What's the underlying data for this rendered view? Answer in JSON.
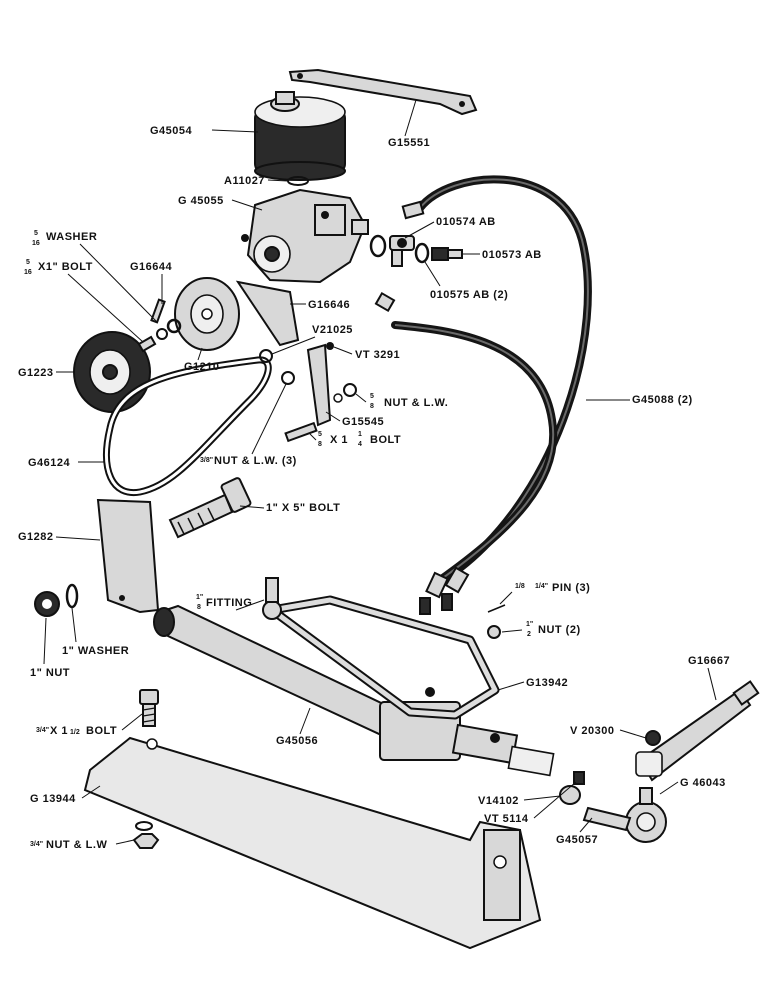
{
  "labels": {
    "g45054": "G45054",
    "g15551": "G15551",
    "a11027": "A11027",
    "g45055": "G 45055",
    "washer_516": "WASHER",
    "bolt_516x1": "X1\" BOLT",
    "g16644": "G16644",
    "o10574ab": "010574 AB",
    "o10573ab": "010573 AB",
    "o10575ab": "010575 AB (2)",
    "g16646": "G16646",
    "v21025": "V21025",
    "vt3291": "VT 3291",
    "g1223": "G1223",
    "g1210": "G1210",
    "nut_lw_58": "NUT & L.W.",
    "g45088": "G45088 (2)",
    "g15545": "G15545",
    "bolt_58x114": "X 1",
    "bolt_word": "BOLT",
    "g46124": "G46124",
    "nut_lw_38_3": "NUT & L.W. (3)",
    "bolt_1x5": "1\" X 5\" BOLT",
    "g1282": "G1282",
    "fitting_18": "FITTING",
    "pin_3": "PIN (3)",
    "washer_1": "1\" WASHER",
    "nut_1": "1\" NUT",
    "nut_half_2": "NUT (2)",
    "g16667": "G16667",
    "g13942": "G13942",
    "bolt_34x112": "X 1",
    "bolt_34_word": "BOLT",
    "g45056": "G45056",
    "v20300": "V 20300",
    "g46043": "G 46043",
    "g13944": "G 13944",
    "v14102": "V14102",
    "vt5114": "VT 5114",
    "nut_lw_34": "NUT & L.W",
    "g45057": "G45057"
  },
  "fractions": {
    "five_sixteenths_num": "5",
    "five_sixteenths_den": "16",
    "five_eighths_num": "5",
    "five_eighths_den": "8",
    "one_quarter_num": "1",
    "one_quarter_den": "4",
    "three_eighths": "3/8\"",
    "five_eighths_nut": "5/8\"",
    "one_eighth_num": "1\"",
    "one_eighth_den": "8",
    "one_eighth_pin": "1/8",
    "one_quarter_pin": "1/4\"",
    "one_half_num": "1\"",
    "one_half_den": "2",
    "three_quarters": "3/4\"",
    "one_half_bolt": "1/2"
  }
}
